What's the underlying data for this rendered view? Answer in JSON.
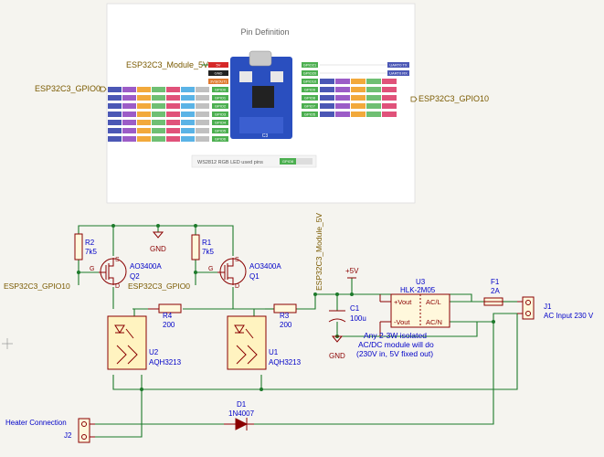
{
  "colors": {
    "wire": "#1c7a2a",
    "component": "#8a0000",
    "text": "#0000c8",
    "netlabel": "#7a5a00",
    "optofill": "#fff3c0",
    "background": "#f5f4ef"
  },
  "pin_image": {
    "title": "Pin Definition",
    "ws2812_note": "WS2812 RGB LED used pins",
    "ws2812_pin": "GPIO8",
    "top_pins": [
      "5V",
      "GND",
      "3V3(OUT)",
      "GPIO0",
      "GPIO1",
      "GPIO2",
      "GPIO3",
      "GPIO4",
      "GPIO5",
      "GPIO6"
    ],
    "right_pins": [
      "GPIO21",
      "GPIO20",
      "GPIO10",
      "GPIO9",
      "GPIO8",
      "GPIO7",
      "GPIO5"
    ],
    "right_top_labels": [
      "UART0 TX",
      "UART0 RX"
    ],
    "chip_label": "C3"
  },
  "nets": {
    "module_5v_top": "ESP32C3_Module_5V",
    "gpio0_left": "ESP32C3_GPIO0",
    "gpio10_right": "ESP32C3_GPIO10",
    "gpio10_q2": "ESP32C3_GPIO10",
    "gpio0_q1": "ESP32C3_GPIO0",
    "module_5v_vertical": "ESP32C3_Module_5V",
    "plus5v": "+5V",
    "gnd": "GND"
  },
  "components": {
    "R2": {
      "ref": "R2",
      "value": "7k5"
    },
    "R1": {
      "ref": "R1",
      "value": "7k5"
    },
    "Q2": {
      "ref": "Q2",
      "value": "AO3400A"
    },
    "Q1": {
      "ref": "Q1",
      "value": "AO3400A"
    },
    "R4": {
      "ref": "R4",
      "value": "200"
    },
    "R3": {
      "ref": "R3",
      "value": "200"
    },
    "U2": {
      "ref": "U2",
      "value": "AQH3213"
    },
    "U1": {
      "ref": "U1",
      "value": "AQH3213"
    },
    "C1": {
      "ref": "C1",
      "value": "100u"
    },
    "U3": {
      "ref": "U3",
      "value": "HLK-2M05",
      "pins": [
        "+Vout",
        "-Vout",
        "AC/L",
        "AC/N"
      ]
    },
    "F1": {
      "ref": "F1",
      "value": "2A"
    },
    "J1": {
      "ref": "J1",
      "value": "AC Input 230 V"
    },
    "D1": {
      "ref": "D1",
      "value": "1N4007"
    },
    "J2": {
      "ref": "J2",
      "value": "Heater Connection"
    }
  },
  "mosfet_pins": [
    "G",
    "S",
    "D"
  ],
  "note": {
    "line1": "Any 2-3W isolated",
    "line2": "AC/DC module will do",
    "line3": "(230V in, 5V fixed out)"
  }
}
